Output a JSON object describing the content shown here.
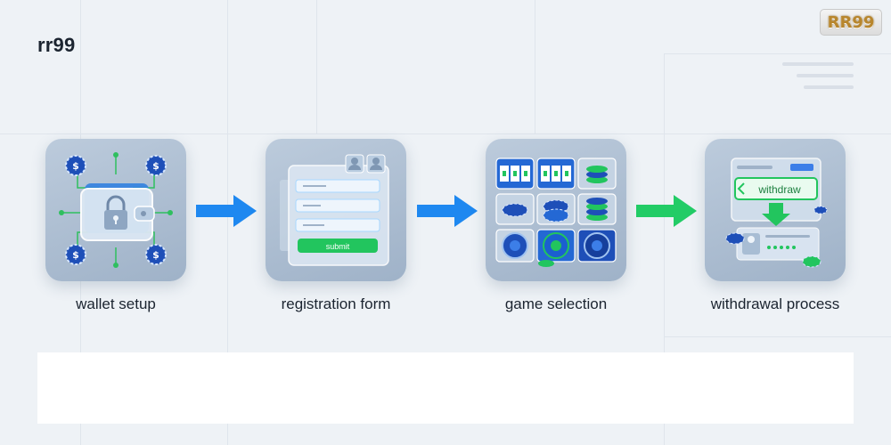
{
  "brand": "rr99",
  "logo_text": "RR99",
  "steps": [
    {
      "label": "wallet setup",
      "icon": "wallet-lock-icon"
    },
    {
      "label": "registration form",
      "icon": "registration-form-icon",
      "button": "submit"
    },
    {
      "label": "game selection",
      "icon": "casino-games-icon"
    },
    {
      "label": "withdrawal process",
      "icon": "withdraw-icon",
      "button": "withdraw"
    }
  ],
  "colors": {
    "arrow_blue": "#1e88f0",
    "arrow_green": "#22cc66",
    "card_top": "#bccbdc",
    "card_bottom": "#9fb2c8"
  }
}
